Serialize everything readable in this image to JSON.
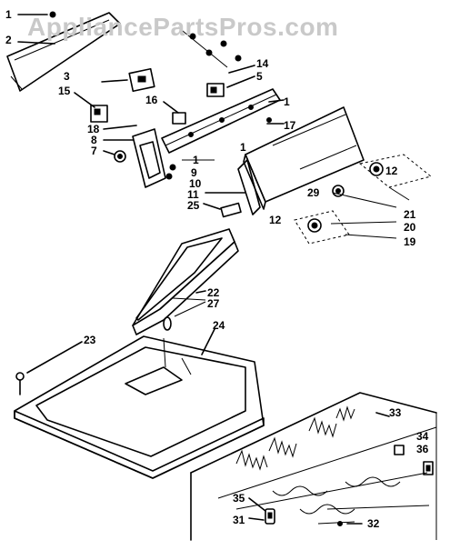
{
  "watermark": "AppliancePartsPros.com",
  "callouts": {
    "c1a": "1",
    "c2": "2",
    "c3": "3",
    "c15": "15",
    "c14": "14",
    "c5": "5",
    "c16": "16",
    "c1b": "1",
    "c17": "17",
    "c18": "18",
    "c8": "8",
    "c7": "7",
    "c1c": "1",
    "c1d": "1",
    "c9": "9",
    "c10": "10",
    "c11": "11",
    "c25": "25",
    "c12a": "12",
    "c29": "29",
    "c12b": "12",
    "c21": "21",
    "c20": "20",
    "c19": "19",
    "c22": "22",
    "c27": "27",
    "c24": "24",
    "c23": "23",
    "c33": "33",
    "c34": "34",
    "c36": "36",
    "c35": "35",
    "c31": "31",
    "c32": "32"
  }
}
